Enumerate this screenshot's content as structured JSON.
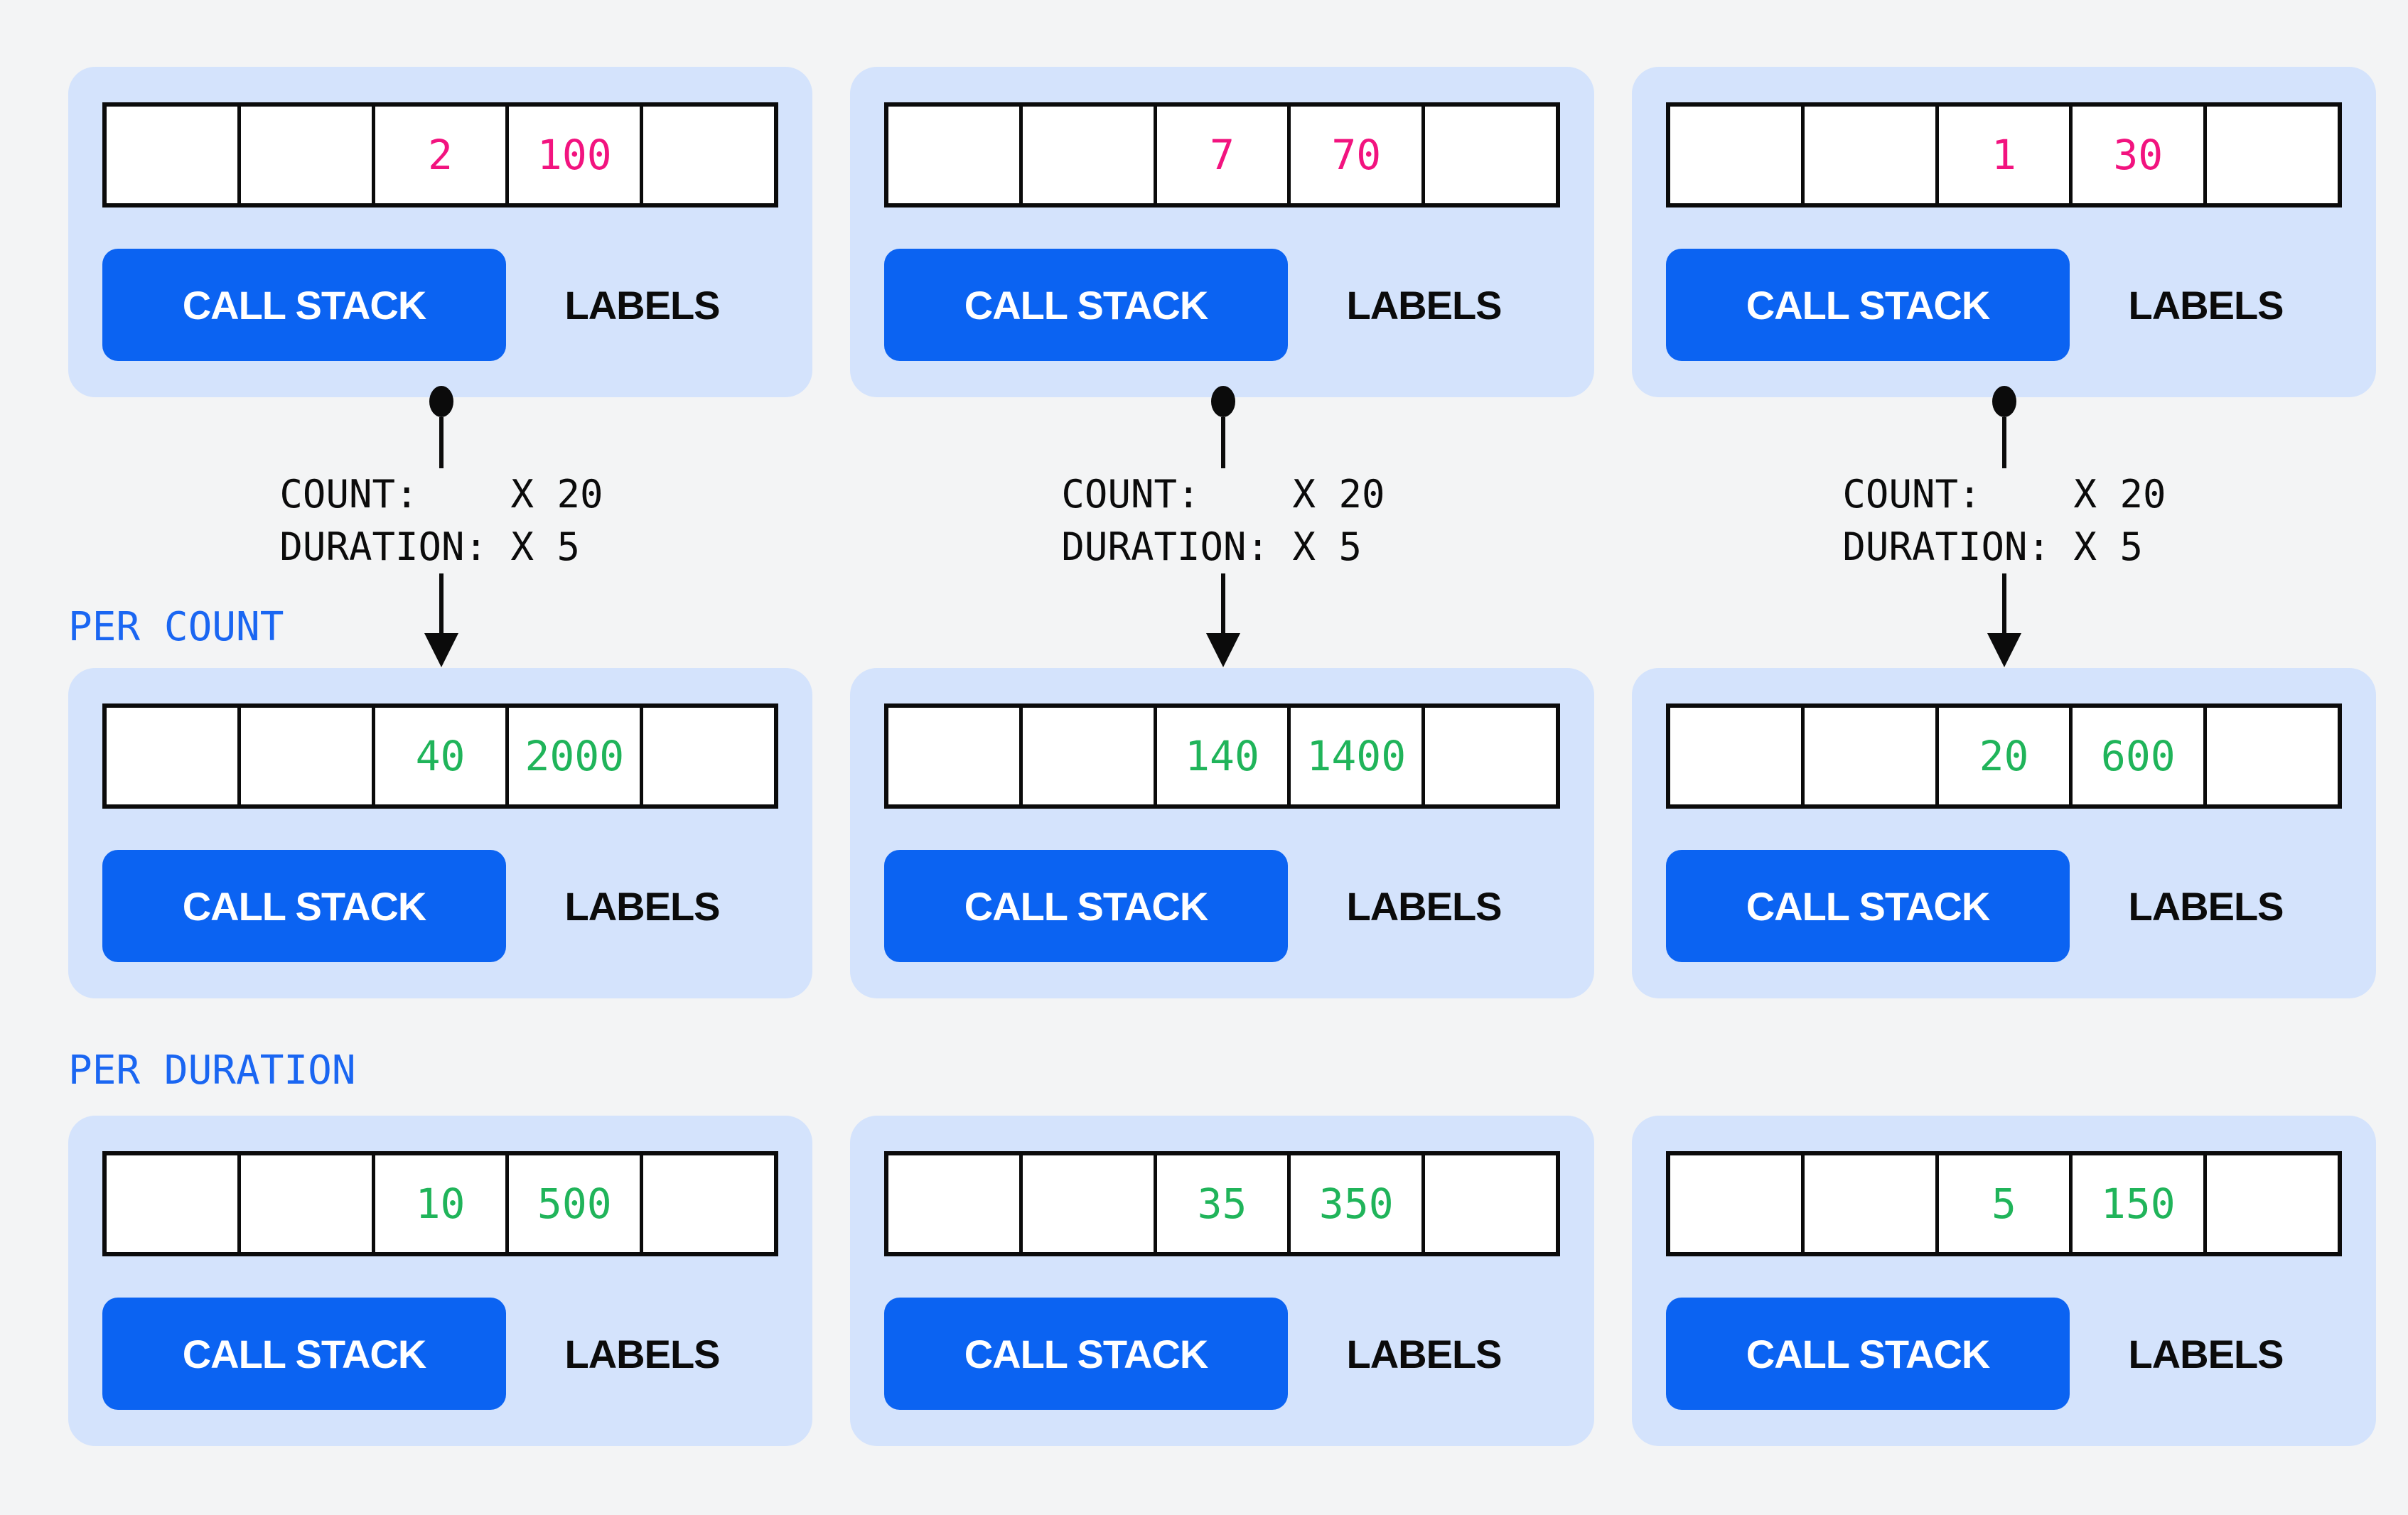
{
  "colors": {
    "page_bg": "#f3f4f5",
    "card_bg": "#d4e3fc",
    "ink": "#0b0b0b",
    "chip_blue": "#0b63f2",
    "chip_text": "#ffffff",
    "value_initial": "#f2137f",
    "value_scaled": "#20b45a",
    "section_label": "#1a66f2"
  },
  "sections": {
    "per_count": "PER COUNT",
    "per_duration": "PER DURATION"
  },
  "card_labels": {
    "call_stack": "CALL STACK",
    "labels": "LABELS"
  },
  "arrow_note": {
    "count_line": "COUNT:    X 20",
    "duration_line": "DURATION: X 5"
  },
  "rows": [
    {
      "id": "initial",
      "value_color": "#f2137f",
      "cards": [
        {
          "count": "2",
          "duration": "100"
        },
        {
          "count": "7",
          "duration": "70"
        },
        {
          "count": "1",
          "duration": "30"
        }
      ]
    },
    {
      "id": "per_count",
      "value_color": "#20b45a",
      "cards": [
        {
          "count": "40",
          "duration": "2000"
        },
        {
          "count": "140",
          "duration": "1400"
        },
        {
          "count": "20",
          "duration": "600"
        }
      ]
    },
    {
      "id": "per_duration",
      "value_color": "#20b45a",
      "cards": [
        {
          "count": "10",
          "duration": "500"
        },
        {
          "count": "35",
          "duration": "350"
        },
        {
          "count": "5",
          "duration": "150"
        }
      ]
    }
  ]
}
